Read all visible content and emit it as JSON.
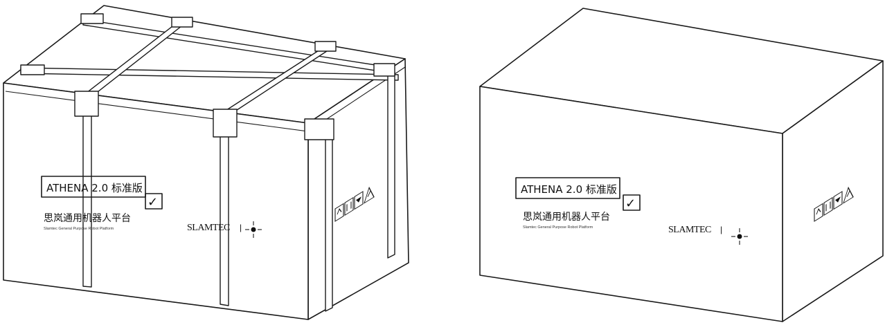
{
  "labels": {
    "product": "ATHENA 2.0 标准版",
    "check": "✓",
    "chinese_name": "思岚通用机器人平台",
    "english_name": "Slamtec General Purpose Robot Platform",
    "brand": "SLAMTEC",
    "separator": "|"
  },
  "figures": [
    {
      "id": "crated-box",
      "strapped": true
    },
    {
      "id": "plain-box",
      "strapped": false
    }
  ],
  "icons": [
    "this-side-up-icon",
    "fragile-icon",
    "keep-dry-icon",
    "esd-warning-icon"
  ]
}
